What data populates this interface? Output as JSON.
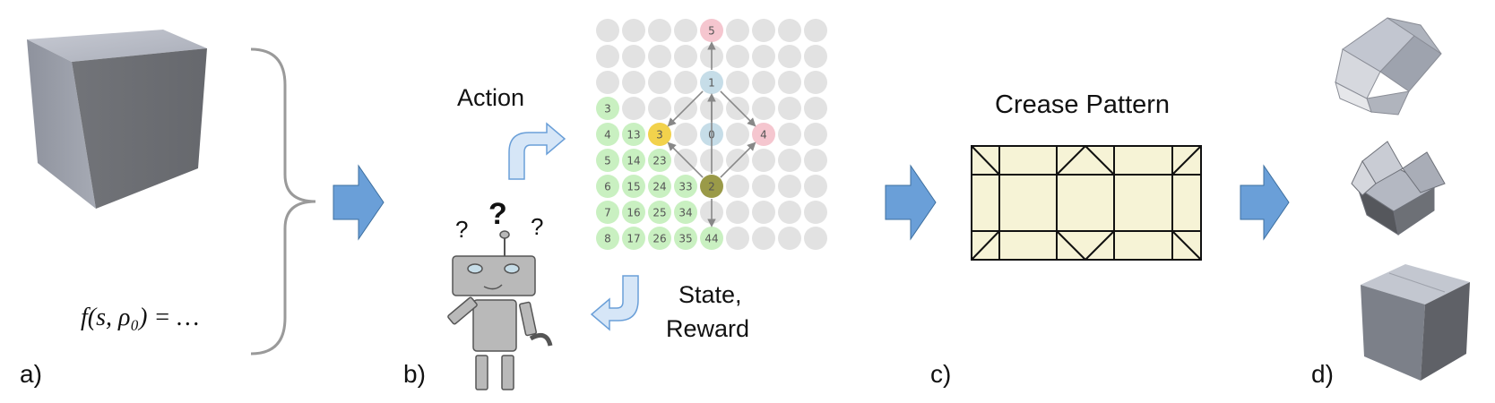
{
  "panels": {
    "a": {
      "label": "a)",
      "formula": "f(s, ρ₀) = …"
    },
    "b": {
      "label": "b)",
      "action_label": "Action",
      "state_label_1": "State,",
      "state_label_2": "Reward"
    },
    "c": {
      "label": "c)",
      "title": "Crease Pattern"
    },
    "d": {
      "label": "d)"
    }
  },
  "grid": {
    "rows": 9,
    "cols": 9,
    "green_cells": [
      {
        "r": 3,
        "c": 0,
        "n": "3"
      },
      {
        "r": 4,
        "c": 0,
        "n": "4"
      },
      {
        "r": 4,
        "c": 1,
        "n": "13"
      },
      {
        "r": 5,
        "c": 0,
        "n": "5"
      },
      {
        "r": 5,
        "c": 1,
        "n": "14"
      },
      {
        "r": 5,
        "c": 2,
        "n": "23"
      },
      {
        "r": 6,
        "c": 0,
        "n": "6"
      },
      {
        "r": 6,
        "c": 1,
        "n": "15"
      },
      {
        "r": 6,
        "c": 2,
        "n": "24"
      },
      {
        "r": 6,
        "c": 3,
        "n": "33"
      },
      {
        "r": 7,
        "c": 0,
        "n": "7"
      },
      {
        "r": 7,
        "c": 1,
        "n": "16"
      },
      {
        "r": 7,
        "c": 2,
        "n": "25"
      },
      {
        "r": 7,
        "c": 3,
        "n": "34"
      },
      {
        "r": 8,
        "c": 0,
        "n": "8"
      },
      {
        "r": 8,
        "c": 1,
        "n": "17"
      },
      {
        "r": 8,
        "c": 2,
        "n": "26"
      },
      {
        "r": 8,
        "c": 3,
        "n": "35"
      },
      {
        "r": 8,
        "c": 4,
        "n": "44"
      }
    ],
    "special_cells": [
      {
        "r": 0,
        "c": 4,
        "n": "5",
        "color": "#f5c6cf"
      },
      {
        "r": 2,
        "c": 4,
        "n": "1",
        "color": "#c6dde8"
      },
      {
        "r": 4,
        "c": 2,
        "n": "3",
        "color": "#f2d24c"
      },
      {
        "r": 4,
        "c": 4,
        "n": "0",
        "color": "#c6dde8"
      },
      {
        "r": 4,
        "c": 6,
        "n": "4",
        "color": "#f5c6cf"
      },
      {
        "r": 6,
        "c": 4,
        "n": "2",
        "color": "#9a9a48"
      }
    ],
    "colors": {
      "empty": "#e2e2e2",
      "green": "#c9f0c1",
      "arrow": "#888888"
    }
  },
  "colors": {
    "arrow_blue": "#6a9fd8",
    "paper": "#f6f3d6",
    "robot": "#b9b9b9"
  }
}
